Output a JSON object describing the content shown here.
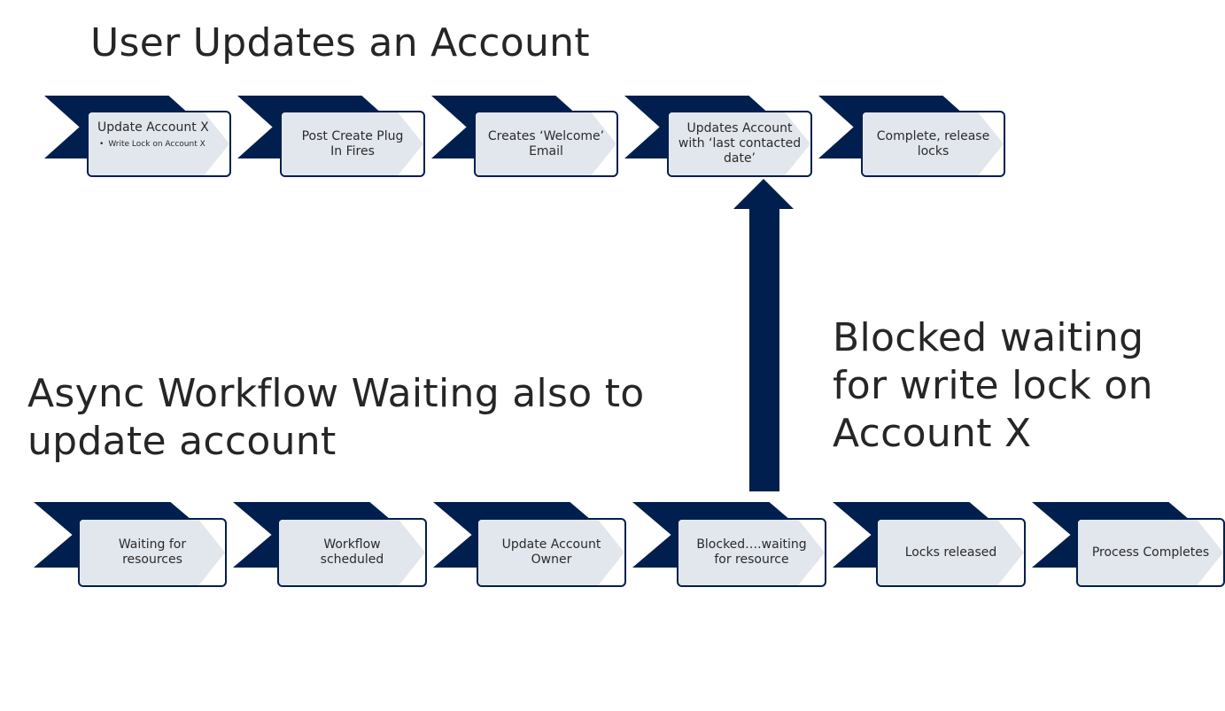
{
  "top_title": "User Updates an Account",
  "bottom_title": [
    "Async Workflow Waiting also to",
    "update account"
  ],
  "blocked_note": [
    "Blocked waiting",
    "for write lock on",
    "Account X"
  ],
  "top_steps": [
    {
      "label": "Update Account X",
      "sub": "Write  Lock on Account X"
    },
    {
      "label": "Post Create Plug In Fires"
    },
    {
      "label": "Creates ‘Welcome’ Email"
    },
    {
      "label": "Updates Account with ‘last contacted date’"
    },
    {
      "label": "Complete, release locks"
    }
  ],
  "bottom_steps": [
    {
      "label": "Waiting for resources"
    },
    {
      "label": "Workflow scheduled"
    },
    {
      "label": "Update Account Owner"
    },
    {
      "label": "Blocked….waiting for resource"
    },
    {
      "label": "Locks released"
    },
    {
      "label": "Process Completes"
    }
  ],
  "colors": {
    "chevron": "#001f4e",
    "box_border": "#001f4e",
    "box_shade": "#e2e6ed",
    "text": "#262626"
  },
  "icons": {
    "flow_arrow": "up-arrow-icon",
    "bullet": "bullet-dot-icon"
  }
}
